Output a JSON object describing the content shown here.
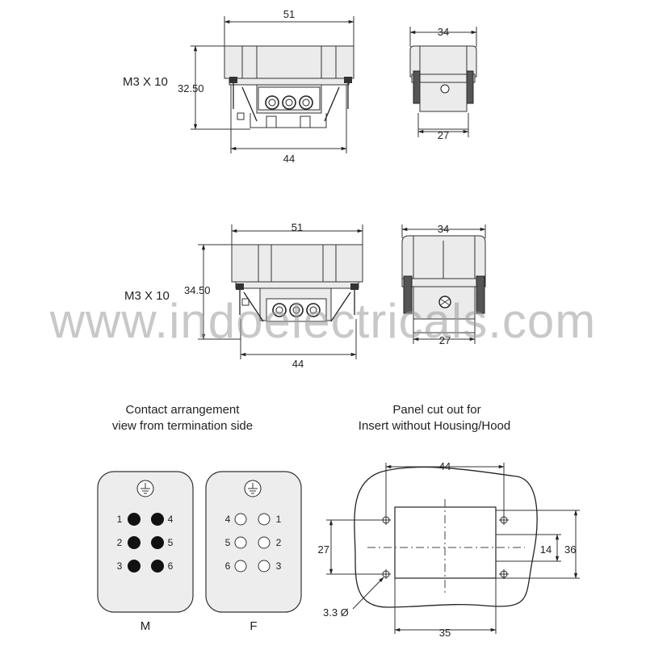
{
  "top_view": {
    "width_top": "51",
    "width_bottom": "44",
    "height": "32.50",
    "screw": "M3 X 10"
  },
  "top_side_view": {
    "width_top": "34",
    "width_bottom": "27"
  },
  "mid_view": {
    "width_top": "51",
    "width_bottom": "44",
    "height": "34.50",
    "screw": "M3 X 10"
  },
  "mid_side_view": {
    "width_top": "34",
    "width_bottom": "27"
  },
  "watermark": "www.indoelectricals.com",
  "contact_caption": {
    "line1": "Contact arrangement",
    "line2": "view from termination side"
  },
  "panel_caption": {
    "line1": "Panel cut out for",
    "line2": "Insert without Housing/Hood"
  },
  "male_insert": {
    "label": "M",
    "pins_left": [
      "1",
      "2",
      "3"
    ],
    "pins_right": [
      "4",
      "5",
      "6"
    ]
  },
  "female_insert": {
    "label": "F",
    "pins_left": [
      "4",
      "5",
      "6"
    ],
    "pins_right": [
      "1",
      "2",
      "3"
    ]
  },
  "cutout": {
    "width_top": "44",
    "width_bottom": "35",
    "height_left": "27",
    "height_inner": "14",
    "height_outer": "36",
    "hole": "3.3 Ø"
  }
}
